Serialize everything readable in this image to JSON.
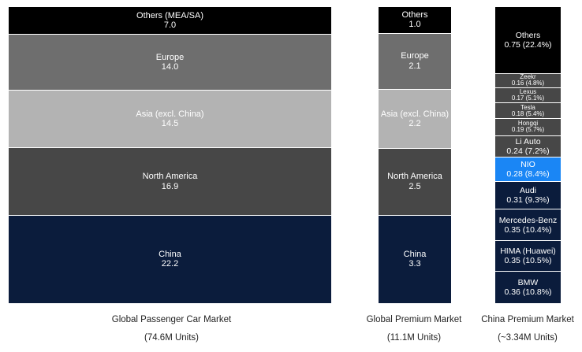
{
  "chart_data": [
    {
      "type": "bar",
      "stacked": true,
      "title": "Global Passenger Car Market",
      "subtitle": "(74.6M Units)",
      "segments_bottom_to_top": [
        {
          "label": "China",
          "value": 22.2,
          "value_text": "22.2",
          "color": "#0b1c3c"
        },
        {
          "label": "North America",
          "value": 16.9,
          "value_text": "16.9",
          "color": "#474747"
        },
        {
          "label": "Asia (excl. China)",
          "value": 14.5,
          "value_text": "14.5",
          "color": "#b3b3b3"
        },
        {
          "label": "Europe",
          "value": 14.0,
          "value_text": "14.0",
          "color": "#6e6e6e"
        },
        {
          "label": "Others (MEA/SA)",
          "value": 7.0,
          "value_text": "7.0",
          "color": "#000000"
        }
      ]
    },
    {
      "type": "bar",
      "stacked": true,
      "title": "Global Premium Market",
      "subtitle": "(11.1M Units)",
      "segments_bottom_to_top": [
        {
          "label": "China",
          "value": 3.3,
          "value_text": "3.3",
          "color": "#0b1c3c"
        },
        {
          "label": "North America",
          "value": 2.5,
          "value_text": "2.5",
          "color": "#474747"
        },
        {
          "label": "Asia (excl. China)",
          "value": 2.2,
          "value_text": "2.2",
          "color": "#b3b3b3"
        },
        {
          "label": "Europe",
          "value": 2.1,
          "value_text": "2.1",
          "color": "#6e6e6e"
        },
        {
          "label": "Others",
          "value": 1.0,
          "value_text": "1.0",
          "color": "#000000"
        }
      ]
    },
    {
      "type": "bar",
      "stacked": true,
      "title": "China Premium Market",
      "subtitle": "(~3.34M Units)",
      "segments_bottom_to_top": [
        {
          "label": "BMW",
          "value": 0.36,
          "value_text": "0.36 (10.8%)",
          "color": "#0b1c3c"
        },
        {
          "label": "HIMA (Huawei)",
          "value": 0.35,
          "value_text": "0.35 (10.5%)",
          "color": "#0b1c3c"
        },
        {
          "label": "Mercedes-Benz",
          "value": 0.35,
          "value_text": "0.35 (10.4%)",
          "color": "#0b1c3c"
        },
        {
          "label": "Audi",
          "value": 0.31,
          "value_text": "0.31 (9.3%)",
          "color": "#0b1c3c"
        },
        {
          "label": "NIO",
          "value": 0.28,
          "value_text": "0.28 (8.4%)",
          "color": "#1a86f5"
        },
        {
          "label": "Li Auto",
          "value": 0.24,
          "value_text": "0.24 (7.2%)",
          "color": "#474747"
        },
        {
          "label": "Hongqi",
          "value": 0.19,
          "value_text": "0.19 (5.7%)",
          "color": "#474747"
        },
        {
          "label": "Tesla",
          "value": 0.18,
          "value_text": "0.18 (5.4%)",
          "color": "#474747"
        },
        {
          "label": "Lexus",
          "value": 0.17,
          "value_text": "0.17 (5.1%)",
          "color": "#474747"
        },
        {
          "label": "Zeekr",
          "value": 0.16,
          "value_text": "0.16 (4.8%)",
          "color": "#474747"
        },
        {
          "label": "Others",
          "value": 0.75,
          "value_text": "0.75 (22.4%)",
          "color": "#000000"
        }
      ]
    }
  ]
}
